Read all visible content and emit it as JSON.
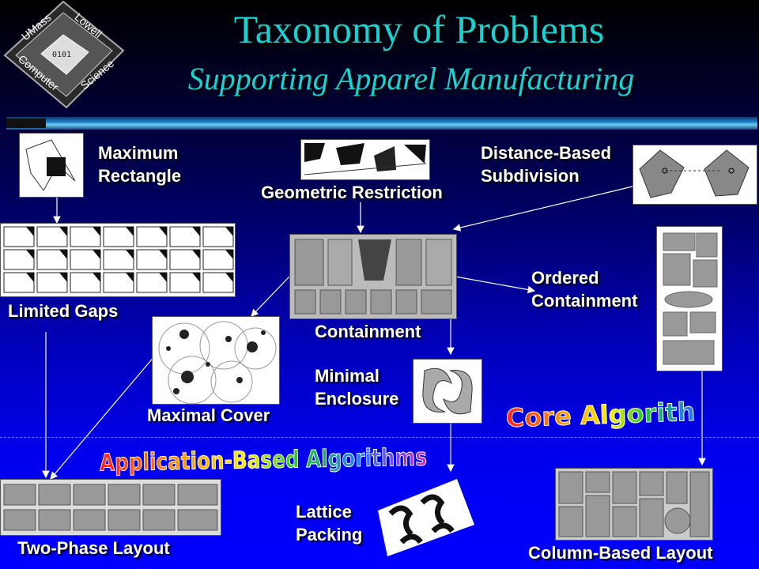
{
  "logo": {
    "top_text": "UMass",
    "top_right_text": "Lowell",
    "bottom_left_text": "Computer",
    "bottom_right_text": "Science"
  },
  "title": {
    "main": "Taxonomy of Problems",
    "subtitle": "Supporting Apparel Manufacturing"
  },
  "labels": {
    "maximum_rectangle_1": "Maximum",
    "maximum_rectangle_2": "Rectangle",
    "geometric_restriction": "Geometric Restriction",
    "distance_based_1": "Distance-Based",
    "distance_based_2": "Subdivision",
    "limited_gaps": "Limited Gaps",
    "containment": "Containment",
    "ordered_1": "Ordered",
    "ordered_2": "Containment",
    "maximal_cover": "Maximal Cover",
    "minimal_1": "Minimal",
    "minimal_2": "Enclosure",
    "two_phase": "Two-Phase Layout",
    "lattice_1": "Lattice",
    "lattice_2": "Packing",
    "column_based": "Column-Based Layout"
  },
  "wordart": {
    "core": "Core Algorithms",
    "application": "Application-Based Algorithms"
  },
  "colors": {
    "background": "#0000cc",
    "title": "#19d2cf",
    "label": "#ffffff"
  }
}
